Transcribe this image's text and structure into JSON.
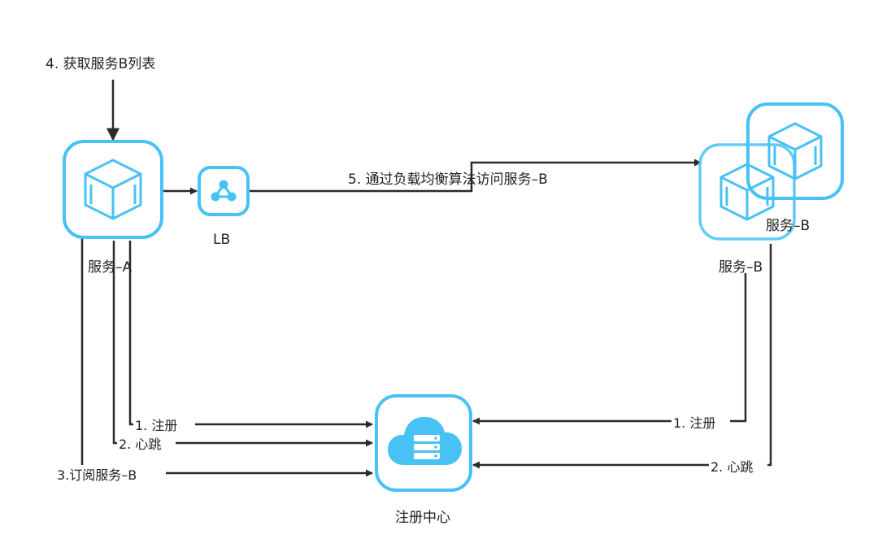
{
  "labels": {
    "get_list": "4. 获取服务B列表",
    "service_a": "服务–A",
    "lb": "LB",
    "lb_route": "5. 通过负载均衡算法访问服务–B",
    "service_b_front": "服务–B",
    "service_b_back": "服务–B",
    "registry": "注册中心",
    "a_register": "1. 注册",
    "a_heartbeat": "2. 心跳",
    "a_subscribe": "3.订阅服务–B",
    "b_register": "1. 注册",
    "b_heartbeat": "2. 心跳"
  },
  "icons": {
    "service_a": "cube-icon",
    "service_b": "cube-icon",
    "lb": "share-nodes-icon",
    "registry": "cloud-server-icon"
  },
  "colors": {
    "accent": "#48c2f4",
    "line": "#2b2b2b",
    "text": "#222222"
  }
}
